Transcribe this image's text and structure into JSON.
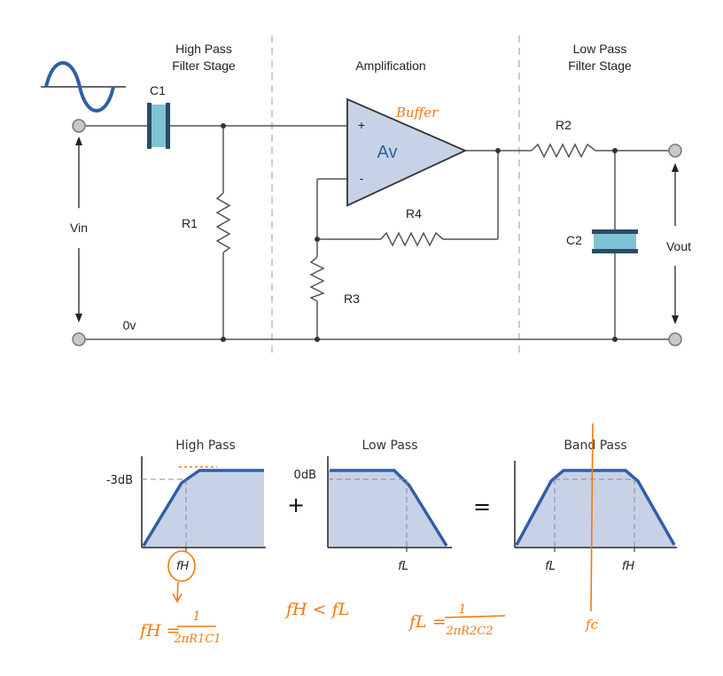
{
  "circuit": {
    "stage_high_pass": [
      "High Pass",
      "Filter Stage"
    ],
    "stage_amplification": "Amplification",
    "stage_low_pass": [
      "Low Pass",
      "Filter Stage"
    ],
    "c1": "C1",
    "r1": "R1",
    "r2": "R2",
    "r3": "R3",
    "r4": "R4",
    "c2": "C2",
    "vin": "Vin",
    "vout": "Vout",
    "ground": "0v",
    "opamp_gain": "Av",
    "opamp_plus": "+",
    "opamp_minus": "-"
  },
  "graphs": {
    "high_pass": {
      "title": "High Pass",
      "level": "-3dB",
      "freq": "fH"
    },
    "plus": "+",
    "low_pass": {
      "title": "Low Pass",
      "level": "0dB",
      "freq": "fL"
    },
    "equals": "=",
    "band_pass": {
      "title": "Band Pass",
      "freq_low": "fL",
      "freq_high": "fH"
    }
  },
  "handwritten_notes": {
    "buffer": "Buffer",
    "fh_formula_lhs": "fH =",
    "fh_formula_num": "1",
    "fh_formula_den": "2πR1C1",
    "condition": "fH < fL",
    "fl_formula_lhs": "fL =",
    "fl_formula_num": "1",
    "fl_formula_den": "2πR2C2",
    "fc": "fc"
  },
  "colors": {
    "curve": "#2f5fa8",
    "fill": "#c7d2e6",
    "annotation": "#f07a12",
    "capacitor": "#7ec3d4"
  }
}
